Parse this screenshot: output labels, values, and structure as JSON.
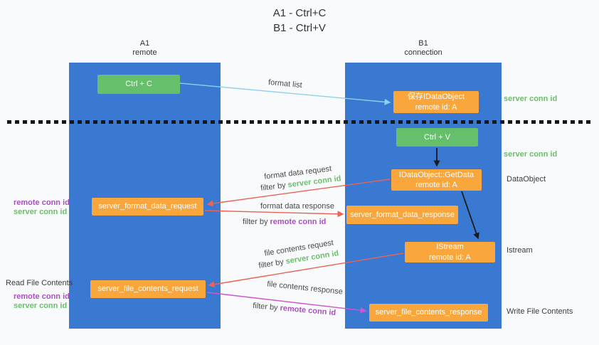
{
  "title": {
    "line1": "A1 - Ctrl+C",
    "line2": "B1 - Ctrl+V"
  },
  "lanes": {
    "left": {
      "name": "A1",
      "subtitle": "remote"
    },
    "right": {
      "name": "B1",
      "subtitle": "connection"
    }
  },
  "nodes": {
    "ctrl_c": {
      "label": "Ctrl + C"
    },
    "save_dataobject": {
      "line1": "保存IDataObject",
      "line2": "remote id: A"
    },
    "ctrl_v": {
      "label": "Ctrl + V"
    },
    "getdata": {
      "line1": "IDataObject::GetData",
      "line2": "remote id: A"
    },
    "format_request": {
      "label": "server_format_data_request"
    },
    "format_response": {
      "label": "server_format_data_response"
    },
    "istream": {
      "line1": "IStream",
      "line2": "remote id: A"
    },
    "file_request": {
      "label": "server_file_contents_request"
    },
    "file_response": {
      "label": "server_file_contents_response"
    }
  },
  "side_labels": {
    "server_conn_id_right_top": "server conn id",
    "server_conn_id_right_mid": "server conn id",
    "dataobject": "DataObject",
    "istream": "Istream",
    "write_file_contents": "Write File Contents",
    "read_file_contents": "Read File Contents",
    "remote_conn_id_left_top": "remote conn id",
    "server_conn_id_left_top": "server conn id",
    "remote_conn_id_left_bottom": "remote conn id",
    "server_conn_id_left_bottom": "server conn id"
  },
  "arrows": {
    "format_list": {
      "label": "format list"
    },
    "format_data_request": {
      "label": "format data request",
      "filter_prefix": "filter by ",
      "filter_key": "server conn id"
    },
    "format_data_response": {
      "label": "format data response",
      "filter_prefix": "filter by ",
      "filter_key": "remote conn id"
    },
    "file_contents_request": {
      "label": "file contents request",
      "filter_prefix": "filter by ",
      "filter_key": "server conn id"
    },
    "file_contents_response": {
      "label": "file contents response",
      "filter_prefix": "filter by ",
      "filter_key": "remote conn id"
    }
  },
  "colors": {
    "lane_blue": "#3a79d1",
    "box_green": "#66bf6b",
    "box_orange": "#f9a63c",
    "accent_green": "#6abf69",
    "accent_purple": "#a850c0",
    "arrow_blue": "#8ed0ee",
    "arrow_red": "#ea6354",
    "arrow_magenta": "#d054d0",
    "arrow_black": "#1a1a1a"
  }
}
